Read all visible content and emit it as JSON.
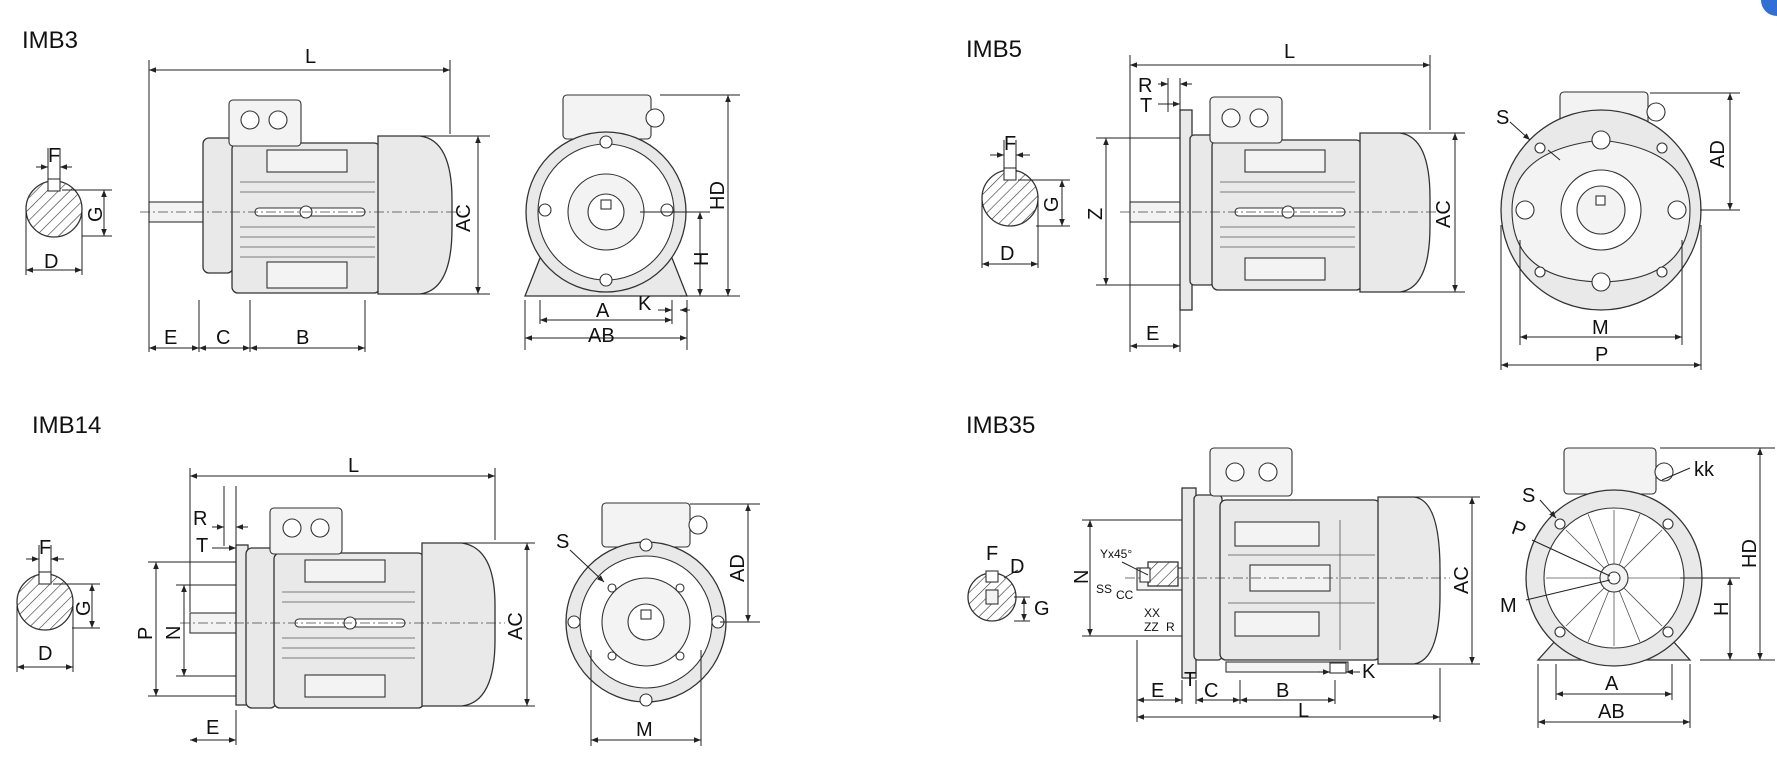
{
  "views": {
    "imb3": {
      "title": "IMB3",
      "labels": {
        "L": "L",
        "F": "F",
        "G": "G",
        "D": "D",
        "AC": "AC",
        "HD": "HD",
        "H": "H",
        "E": "E",
        "C": "C",
        "B": "B",
        "A": "A",
        "K": "K",
        "AB": "AB"
      }
    },
    "imb5": {
      "title": "IMB5",
      "labels": {
        "L": "L",
        "R": "R",
        "T": "T",
        "F": "F",
        "G": "G",
        "Z": "Z",
        "D": "D",
        "E": "E",
        "AC": "AC",
        "S": "S",
        "AD": "AD",
        "M": "M",
        "P": "P"
      }
    },
    "imb14": {
      "title": "IMB14",
      "labels": {
        "L": "L",
        "R": "R",
        "T": "T",
        "F": "F",
        "G": "G",
        "D": "D",
        "P": "P",
        "N": "N",
        "E": "E",
        "AC": "AC",
        "S": "S",
        "AD": "AD",
        "M": "M"
      }
    },
    "imb35": {
      "title": "IMB35",
      "labels": {
        "F": "F",
        "D": "D",
        "G": "G",
        "N": "N",
        "YX45": "Yx45°",
        "SS": "SS",
        "CC": "CC",
        "XX": "XX",
        "ZZ": "ZZ",
        "R": "R",
        "E": "E",
        "T": "T",
        "C": "C",
        "B": "B",
        "L": "L",
        "K": "K",
        "AC": "AC",
        "KK": "kk",
        "S": "S",
        "P": "P",
        "M": "M",
        "HD": "HD",
        "H": "H",
        "A": "A",
        "AB": "AB"
      }
    }
  },
  "colors": {
    "line": "#222222",
    "body": "#e9e9e9",
    "accent": "#2f6fd6"
  }
}
